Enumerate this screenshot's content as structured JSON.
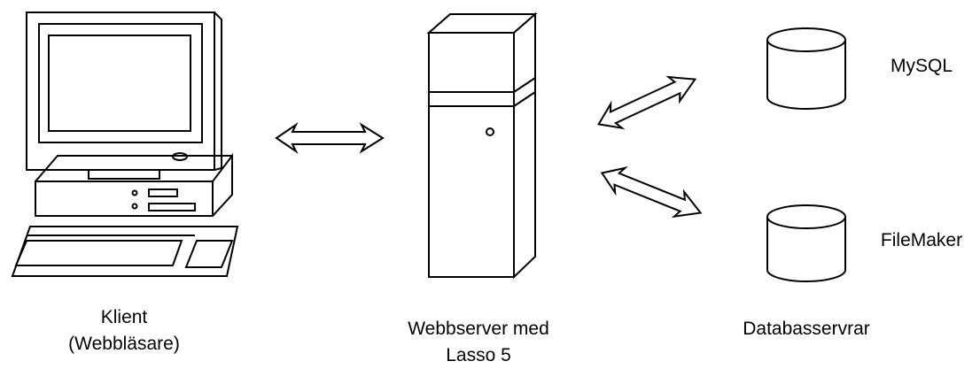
{
  "nodes": {
    "client": {
      "label_line1": "Klient",
      "label_line2": "(Webbläsare)",
      "icon": "desktop-computer-icon"
    },
    "server": {
      "label_line1": "Webbserver med",
      "label_line2": "Lasso 5",
      "icon": "tower-server-icon"
    },
    "databases": {
      "group_label": "Databasservrar",
      "items": [
        {
          "label": "MySQL",
          "icon": "database-cylinder-icon"
        },
        {
          "label": "FileMaker",
          "icon": "database-cylinder-icon"
        }
      ]
    }
  },
  "connections": [
    {
      "from": "client",
      "to": "server",
      "type": "bidirectional"
    },
    {
      "from": "server",
      "to": "MySQL",
      "type": "bidirectional"
    },
    {
      "from": "server",
      "to": "FileMaker",
      "type": "bidirectional"
    }
  ],
  "colors": {
    "line": "#000000",
    "background": "#ffffff"
  }
}
